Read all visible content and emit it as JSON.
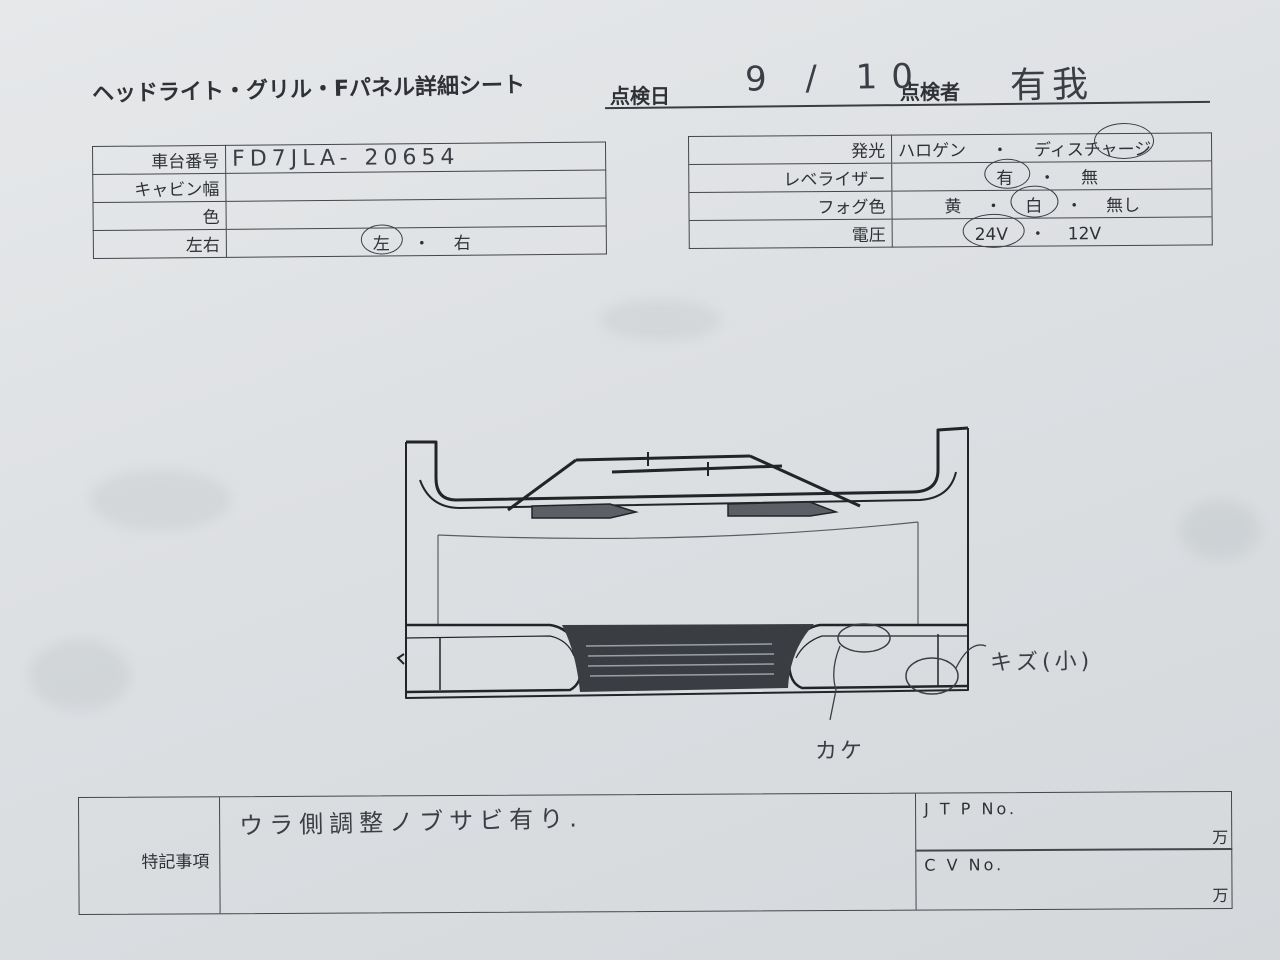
{
  "header": {
    "title": "ヘッドライト・グリル・Fパネル詳細シート",
    "date_label": "点検日",
    "date_value": "9 / 10",
    "inspector_label": "点検者",
    "inspector_value": "有我"
  },
  "vehicle": {
    "rows": [
      {
        "label": "車台番号",
        "value": "FD7JLA- 20654"
      },
      {
        "label": "キャビン幅",
        "value": ""
      },
      {
        "label": "色",
        "value": ""
      },
      {
        "label": "左右",
        "opt_left": "左",
        "sep": "・",
        "opt_right": "右",
        "selected": "左"
      }
    ]
  },
  "lighting": {
    "rows": [
      {
        "label": "発光",
        "options": [
          "ハロゲン",
          "ディスチャージ"
        ],
        "selected": "ディスチャージ"
      },
      {
        "label": "レベライザー",
        "options": [
          "有",
          "無"
        ],
        "selected": "有"
      },
      {
        "label": "フォグ色",
        "options": [
          "黄",
          "白",
          "無し"
        ],
        "selected": "白"
      },
      {
        "label": "電圧",
        "options": [
          "24V",
          "12V"
        ],
        "selected": "24V"
      }
    ],
    "separator": "・"
  },
  "diagram": {
    "annotation_scratch": "キズ(小)",
    "annotation_chip": "カケ"
  },
  "remarks": {
    "label": "特記事項",
    "value": "ウラ側調整ノブサビ有り.",
    "jtp_label": "J T P No.",
    "jtp_unit": "万",
    "cv_label": "C V No.",
    "cv_unit": "万"
  }
}
